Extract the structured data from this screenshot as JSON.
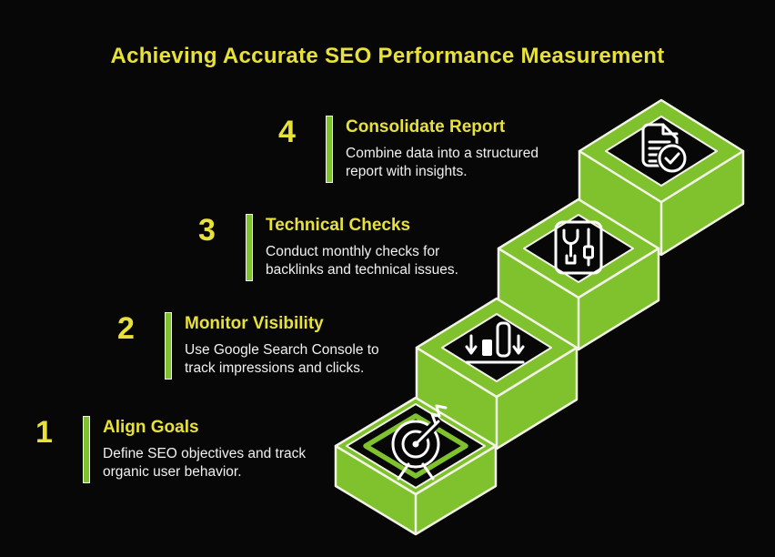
{
  "title": "Achieving Accurate SEO Performance Measurement",
  "colors": {
    "background": "#070707",
    "green": "#80c12e",
    "yellow": "#e8e13a",
    "text": "#f1f1f1",
    "trim": "#f2f5e6"
  },
  "steps": [
    {
      "number": "1",
      "title": "Align Goals",
      "desc_line1": "Define SEO objectives and track",
      "desc_line2": "organic user behavior.",
      "icon": "target-dart-icon"
    },
    {
      "number": "2",
      "title": "Monitor Visibility",
      "desc_line1": "Use Google Search Console to",
      "desc_line2": "track impressions and clicks.",
      "icon": "bar-chart-arrows-icon"
    },
    {
      "number": "3",
      "title": "Technical Checks",
      "desc_line1": "Conduct monthly checks for",
      "desc_line2": "backlinks and technical issues.",
      "icon": "tools-icon"
    },
    {
      "number": "4",
      "title": "Consolidate Report",
      "desc_line1": "Combine data into a structured",
      "desc_line2": "report with insights.",
      "icon": "document-check-icon"
    }
  ]
}
